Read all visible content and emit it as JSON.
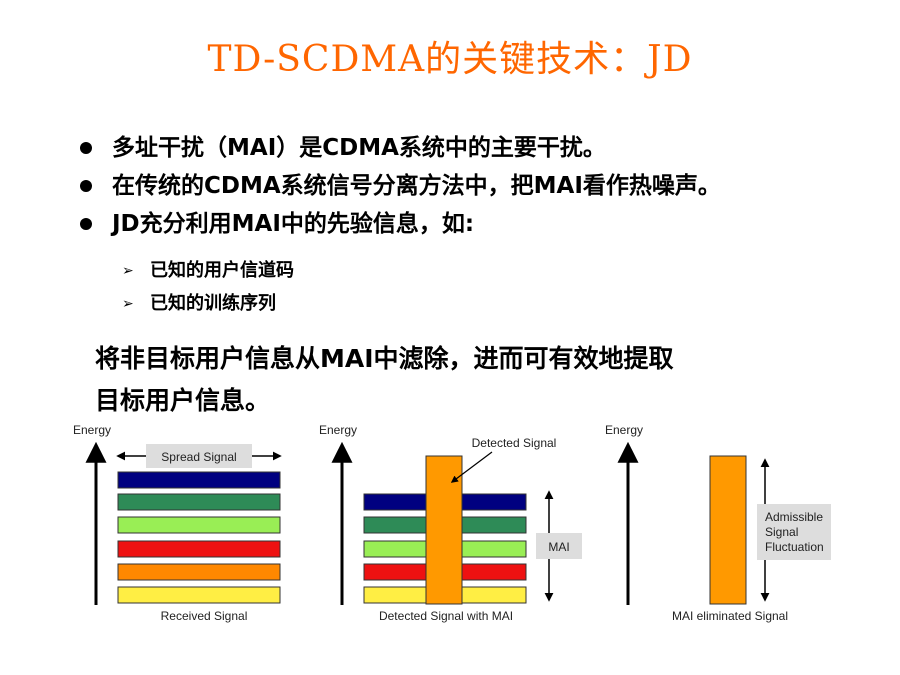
{
  "title": "TD-SCDMA的关键技术：JD",
  "bullets": [
    "多址干扰（MAI）是CDMA系统中的主要干扰。",
    "在传统的CDMA系统信号分离方法中，把MAI看作热噪声。",
    "JD充分利用MAI中的先验信息，如:"
  ],
  "sub_bullets": [
    "已知的用户信道码",
    "已知的训练序列"
  ],
  "summary": [
    "将非目标用户信息从MAI中滤除，进而可有效地提取",
    "目标用户信息。"
  ],
  "diagram": {
    "colors": {
      "navy": "#000080",
      "teal": "#2e8b57",
      "lime": "#99ee55",
      "red": "#ee1111",
      "orange": "#ff8800",
      "yellow": "#ffee44",
      "signal": "#ff9900"
    },
    "panel1": {
      "axis_label": "Energy",
      "spread_label": "Spread Signal",
      "caption": "Received Signal"
    },
    "panel2": {
      "axis_label": "Energy",
      "detected_label": "Detected Signal",
      "mai_label": "MAI",
      "caption": "Detected Signal with MAI"
    },
    "panel3": {
      "axis_label": "Energy",
      "fluct_lines": [
        "Admissible",
        "Signal",
        "Fluctuation"
      ],
      "caption": "MAI eliminated Signal"
    }
  }
}
